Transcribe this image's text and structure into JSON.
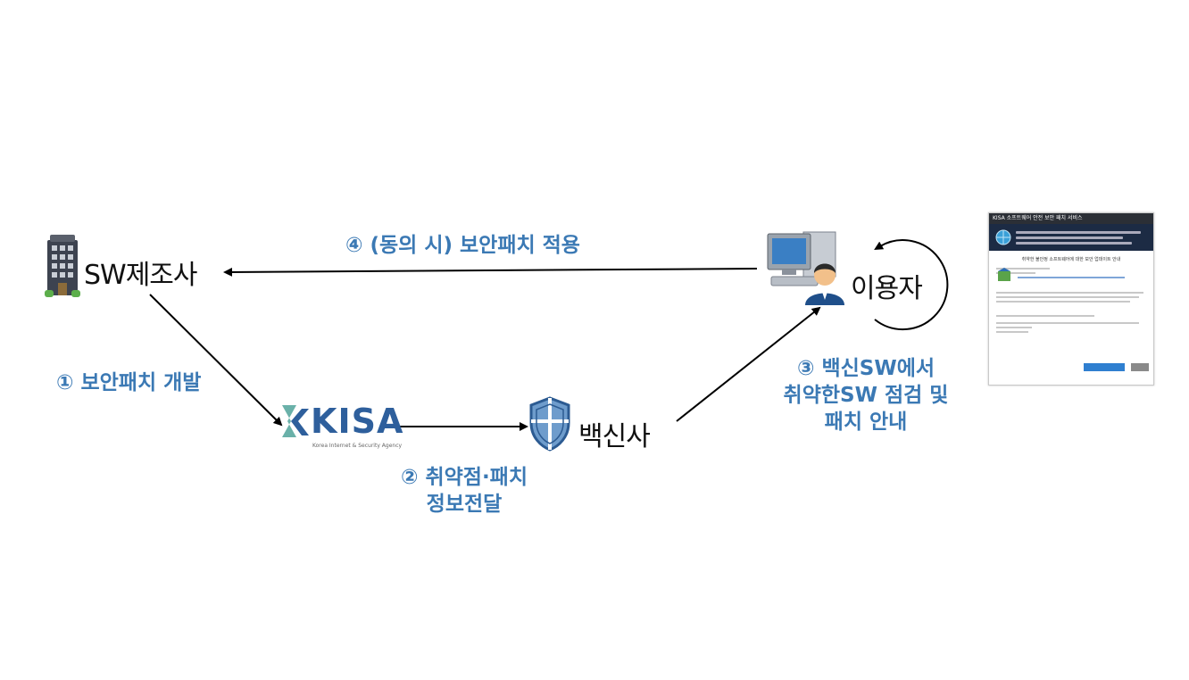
{
  "nodes": {
    "manufacturer": "SW제조사",
    "kisa": "KISA",
    "kisa_subtitle": "Korea Internet & Security Agency",
    "vaccine_vendor": "백신사",
    "user": "이용자"
  },
  "steps": {
    "step1": "① 보안패치 개발",
    "step2_line1": "② 취약점·패치",
    "step2_line2": "정보전달",
    "step3_line1": "③ 백신SW에서",
    "step3_line2": "취약한SW 점검 및",
    "step3_line3": "패치 안내",
    "step4": "④ (동의 시) 보안패치 적용"
  },
  "thumbnail": {
    "title": "KISA 소프트웨어 안전 보안 패치 서비스",
    "heading": "취약한 불안정 소프트웨어에 대한 보안 업데이트 안내"
  },
  "colors": {
    "step_text": "#3b79b4",
    "kisa_blue": "#2e5f9c",
    "kisa_arrow_green": "#5aa9a0",
    "arrow": "#000000"
  },
  "icons": {
    "manufacturer": "office-building-icon",
    "vaccine_vendor": "shield-icon",
    "user": "user-computer-icon",
    "cycle": "circular-arrow-icon"
  }
}
